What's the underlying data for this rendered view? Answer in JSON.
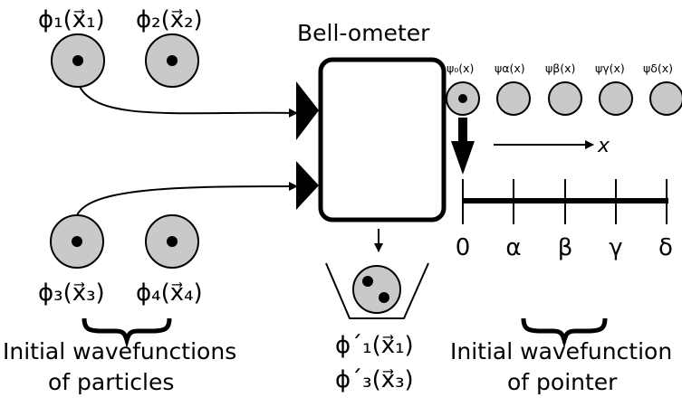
{
  "diagram": {
    "title": "Bell-ometer",
    "particles": [
      {
        "label": "ϕ₁(x⃗₁)",
        "fill": "#c9c9c9"
      },
      {
        "label": "ϕ₂(x⃗₂)",
        "fill": "#c9c9c9"
      },
      {
        "label": "ϕ₃(x⃗₃)",
        "fill": "#c9c9c9"
      },
      {
        "label": "ϕ₄(x⃗₄)",
        "fill": "#c9c9c9"
      }
    ],
    "particles_caption": [
      "Initial wavefunctions",
      "of particles"
    ],
    "output_labels": [
      "ϕ´₁(x⃗₁)",
      "ϕ´₃(x⃗₃)"
    ],
    "pointer_states": [
      "ψ₀(x)",
      "ψα(x)",
      "ψβ(x)",
      "ψγ(x)",
      "ψδ(x)"
    ],
    "axis_variable": "x",
    "scale_ticks": [
      "0",
      "α",
      "β",
      "γ",
      "δ"
    ],
    "pointer_caption": [
      "Initial wavefunction",
      "of pointer"
    ],
    "colors": {
      "ball": "#c9c9c9",
      "line": "#000000"
    }
  }
}
